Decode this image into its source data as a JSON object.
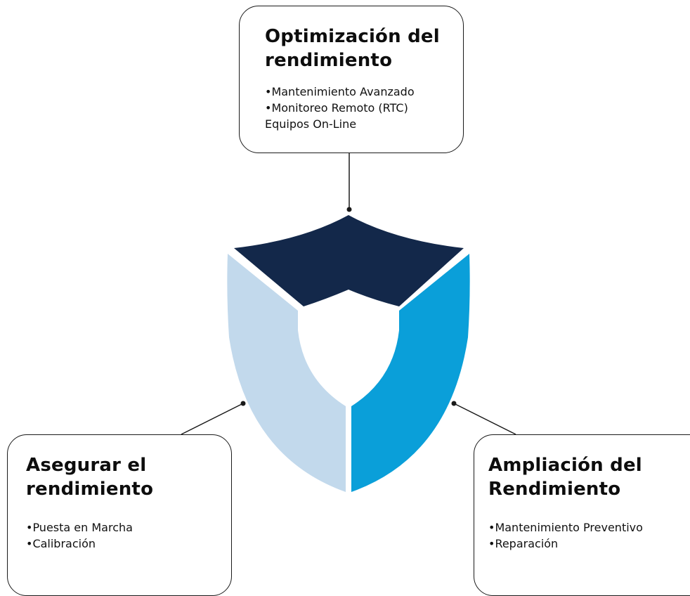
{
  "colors": {
    "shield_top": "#13284a",
    "shield_left": "#c2d9ec",
    "shield_right": "#0a9fd9",
    "connector": "#1a1a1a"
  },
  "cards": {
    "top": {
      "title": "Optimización del\nrendimiento",
      "items": [
        "•Mantenimiento Avanzado",
        "•Monitoreo Remoto (RTC)",
        "Equipos On-Line"
      ]
    },
    "left": {
      "title": "Asegurar el\nrendimiento",
      "items": [
        "•Puesta en Marcha",
        "•Calibración"
      ]
    },
    "right": {
      "title": "Ampliación del\nRendimiento",
      "items": [
        "•Mantenimiento Preventivo",
        "•Reparación"
      ]
    }
  }
}
